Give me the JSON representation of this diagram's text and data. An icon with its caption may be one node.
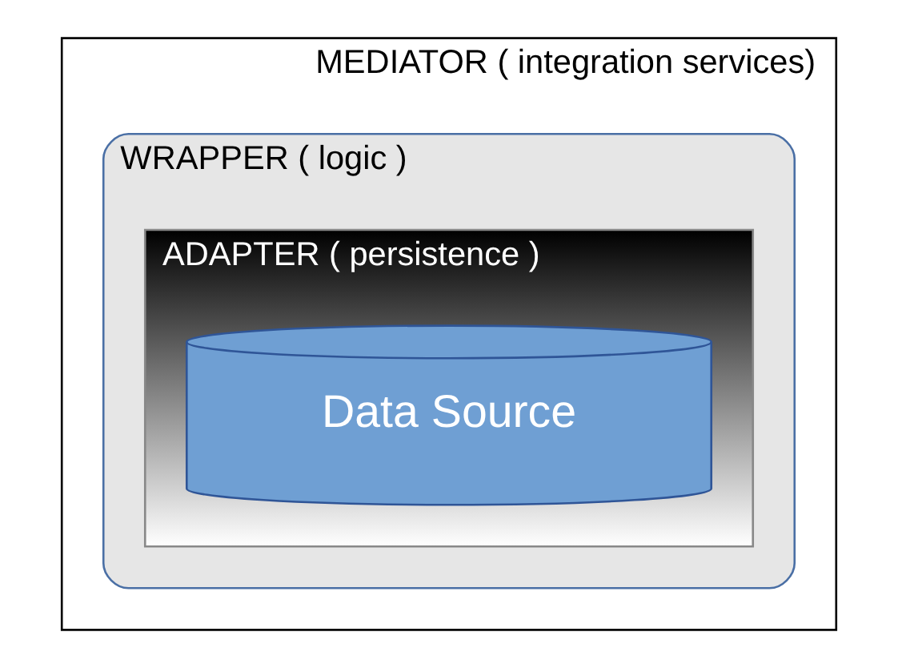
{
  "diagram": {
    "nodes": [
      {
        "text": [
          "MEDIATOR ( integration services)"
        ]
      },
      {
        "text": [
          "WRAPPER ( logic )"
        ],
        "in": 0
      },
      {
        "text": [
          "ADAPTER ( persistence )"
        ],
        "in": 1
      },
      {
        "text": [
          "Data Source"
        ],
        "in": 2
      }
    ]
  }
}
